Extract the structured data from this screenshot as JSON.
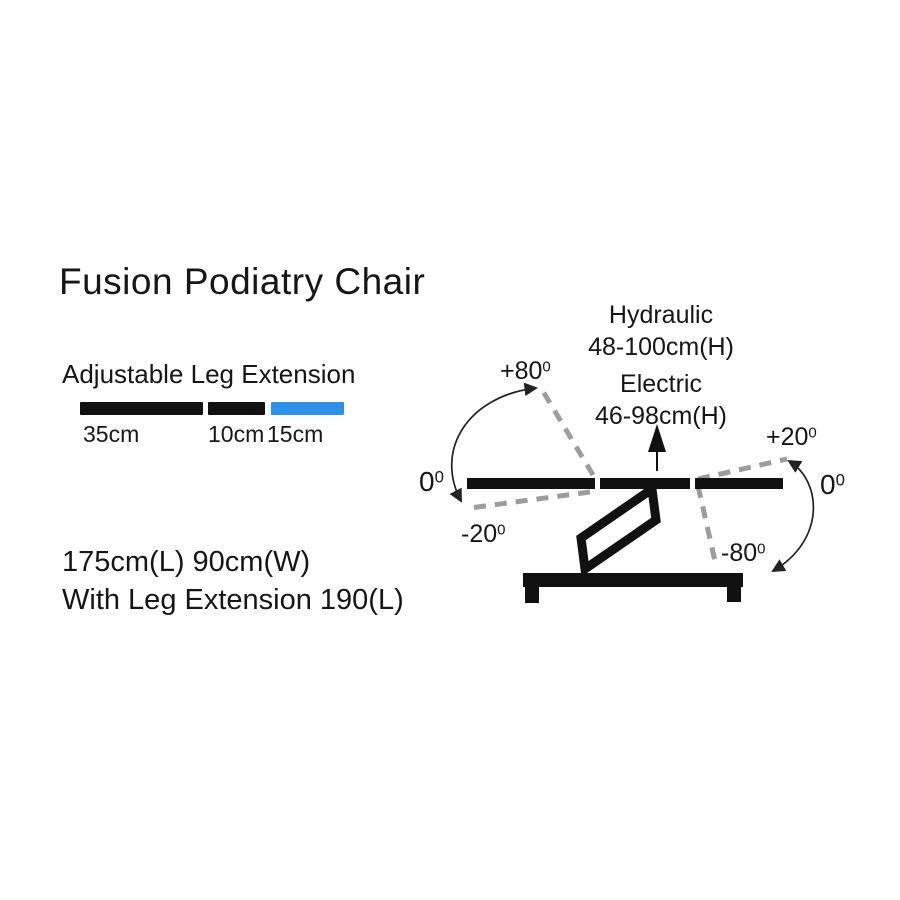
{
  "title": "Fusion Podiatry Chair",
  "leg_extension": {
    "label": "Adjustable Leg Extension",
    "segments": [
      {
        "length": "35cm",
        "color": "#111111"
      },
      {
        "length": "10cm",
        "color": "#111111"
      },
      {
        "length": "15cm",
        "color": "#2E90E8"
      }
    ]
  },
  "lift": {
    "hydraulic_label": "Hydraulic",
    "hydraulic_range": "48-100cm(H)",
    "electric_label": "Electric",
    "electric_range": "46-98cm(H)"
  },
  "dimensions": {
    "line1": "175cm(L) 90cm(W)",
    "line2": "With Leg Extension 190(L)"
  },
  "angles": {
    "backrest_up": {
      "value": "+80",
      "sup": "0"
    },
    "backrest_zero": {
      "value": "0",
      "sup": "0"
    },
    "backrest_down": {
      "value": "-20",
      "sup": "0"
    },
    "legrest_up": {
      "value": "+20",
      "sup": "0"
    },
    "legrest_zero": {
      "value": "0",
      "sup": "0"
    },
    "legrest_down": {
      "value": "-80",
      "sup": "0"
    }
  },
  "colors": {
    "ink": "#111111",
    "extension_blue": "#2E90E8",
    "dashed_gray": "#9C9C9C",
    "arc_black": "#222222"
  }
}
